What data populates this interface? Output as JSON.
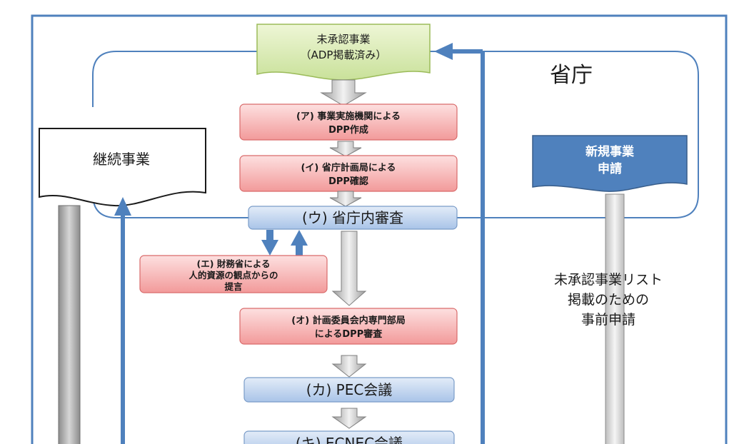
{
  "unapproved_projects": [
    "未承認事業",
    "（ADP掲載済み）"
  ],
  "ministry_label": "省庁",
  "continuing_projects": "継続事業",
  "new_project_application": [
    "新規事業",
    "申請"
  ],
  "pre_application_note": [
    "未承認事業リスト",
    "掲載のための",
    "事前申請"
  ],
  "steps": {
    "a": [
      "(ア) 事業実施機関による",
      "DPP作成"
    ],
    "i": [
      "(イ) 省庁計画局による",
      "DPP確認"
    ],
    "u": "(ウ) 省庁内審査",
    "e": [
      "(エ) 財務省による",
      "人的資源の観点からの",
      "提言"
    ],
    "o": [
      "(オ) 計画委員会内専門部局",
      "によるDPP審査"
    ],
    "ka": "(カ) PEC会議",
    "ki": "(キ) ECNEC会議"
  },
  "colors": {
    "frame": "#4f81bd",
    "arrow_blue": "#4f81bd",
    "pink_fill": "#f4a8a8",
    "pink_border": "#d96b6b",
    "blue_box_fill": "#c6d9f1",
    "green_doc": "#d7eab0",
    "new_project_doc": "#4f81bd"
  }
}
